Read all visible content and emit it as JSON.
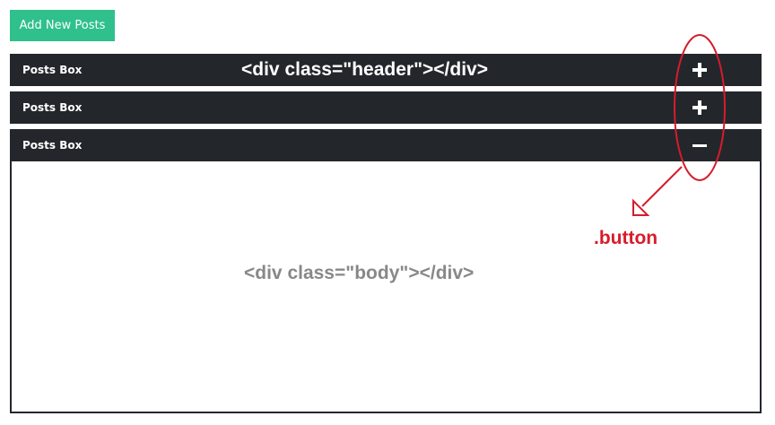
{
  "toolbar": {
    "add_label": "Add New Posts",
    "accent": "#2fc08c"
  },
  "panels": [
    {
      "title": "Posts Box",
      "state": "collapsed",
      "toggle_icon": "plus-icon"
    },
    {
      "title": "Posts Box",
      "state": "collapsed",
      "toggle_icon": "plus-icon"
    },
    {
      "title": "Posts Box",
      "state": "expanded",
      "toggle_icon": "minus-icon"
    }
  ],
  "annotations": {
    "header_label": "<div class=\"header\"></div>",
    "body_label": "<div class=\"body\"></div>",
    "button_label": ".button",
    "annotation_color": "#d61c2c"
  },
  "colors": {
    "header_bg": "#23272c",
    "body_text": "#888888"
  }
}
